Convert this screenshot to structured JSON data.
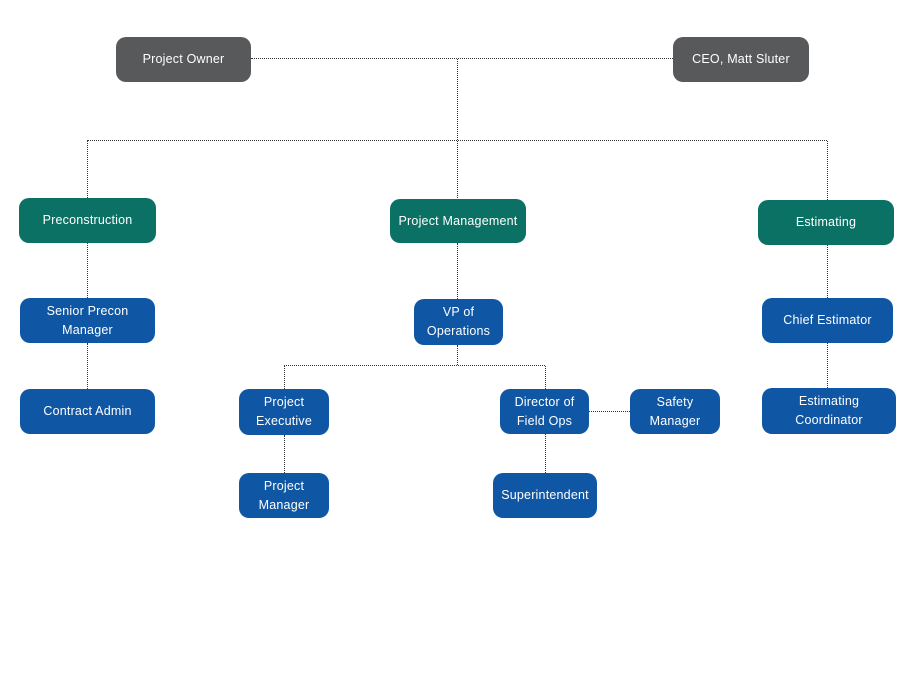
{
  "colors": {
    "executive_box": "#58595b",
    "department_box": "#0a7164",
    "role_box": "#0f56a4",
    "connector_line": "#333333",
    "background": "#ffffff",
    "box_text": "#ffffff"
  },
  "nodes": [
    {
      "id": "project-owner",
      "label": "Project Owner",
      "type": "executive"
    },
    {
      "id": "ceo",
      "label": "CEO, Matt Sluter",
      "type": "executive"
    },
    {
      "id": "preconstruction",
      "label": "Preconstruction",
      "type": "department"
    },
    {
      "id": "project-management",
      "label": "Project Management",
      "type": "department"
    },
    {
      "id": "estimating",
      "label": "Estimating",
      "type": "department"
    },
    {
      "id": "senior-precon-manager",
      "label": "Senior Precon Manager",
      "type": "role"
    },
    {
      "id": "vp-of-operations",
      "label": "VP of Operations",
      "type": "role"
    },
    {
      "id": "chief-estimator",
      "label": "Chief Estimator",
      "type": "role"
    },
    {
      "id": "contract-admin",
      "label": "Contract Admin",
      "type": "role"
    },
    {
      "id": "project-executive",
      "label": "Project Executive",
      "type": "role"
    },
    {
      "id": "director-of-field-ops",
      "label": "Director of Field Ops",
      "type": "role"
    },
    {
      "id": "safety-manager",
      "label": "Safety Manager",
      "type": "role"
    },
    {
      "id": "estimating-coordinator",
      "label": "Estimating Coordinator",
      "type": "role"
    },
    {
      "id": "project-manager",
      "label": "Project Manager",
      "type": "role"
    },
    {
      "id": "superintendent",
      "label": "Superintendent",
      "type": "role"
    }
  ],
  "edges": [
    {
      "from": "Project Owner",
      "to": "CEO, Matt Sluter"
    },
    {
      "from": "Project Owner + CEO",
      "to": "Preconstruction"
    },
    {
      "from": "Project Owner + CEO",
      "to": "Project Management"
    },
    {
      "from": "Project Owner + CEO",
      "to": "Estimating"
    },
    {
      "from": "Preconstruction",
      "to": "Senior Precon Manager"
    },
    {
      "from": "Senior Precon Manager",
      "to": "Contract Admin"
    },
    {
      "from": "Project Management",
      "to": "VP of Operations"
    },
    {
      "from": "VP of Operations",
      "to": "Project Executive"
    },
    {
      "from": "VP of Operations",
      "to": "Director of Field Ops"
    },
    {
      "from": "Project Executive",
      "to": "Project Manager"
    },
    {
      "from": "Director of Field Ops",
      "to": "Superintendent"
    },
    {
      "from": "Director of Field Ops",
      "to": "Safety Manager"
    },
    {
      "from": "Estimating",
      "to": "Chief Estimator"
    },
    {
      "from": "Chief Estimator",
      "to": "Estimating Coordinator"
    }
  ]
}
